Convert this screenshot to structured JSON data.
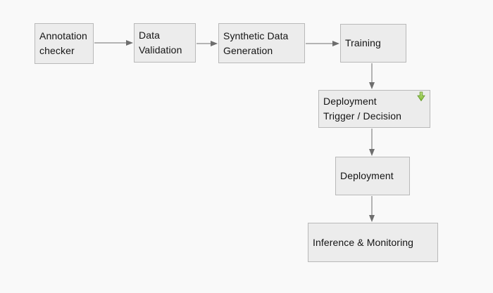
{
  "diagram": {
    "colors": {
      "background": "#f9f9f9",
      "node_fill": "#ececec",
      "node_border": "#b9b9b9",
      "text": "#141414",
      "arrow": "#6e6e6e",
      "icon_green": "#7cb82f"
    },
    "nodes": [
      {
        "id": "annotation-checker",
        "label": "Annotation\nchecker"
      },
      {
        "id": "data-validation",
        "label": "Data\nValidation"
      },
      {
        "id": "synthetic-data-generation",
        "label": "Synthetic Data\nGeneration"
      },
      {
        "id": "training",
        "label": "Training"
      },
      {
        "id": "deployment-trigger-decision",
        "label": "Deployment\nTrigger / Decision",
        "icon": "green-download-arrow-icon"
      },
      {
        "id": "deployment",
        "label": "Deployment"
      },
      {
        "id": "inference-and-monitoring",
        "label": "Inference & Monitoring"
      }
    ],
    "edges": [
      {
        "from": "annotation-checker",
        "to": "data-validation"
      },
      {
        "from": "data-validation",
        "to": "synthetic-data-generation"
      },
      {
        "from": "synthetic-data-generation",
        "to": "training"
      },
      {
        "from": "training",
        "to": "deployment-trigger-decision"
      },
      {
        "from": "deployment-trigger-decision",
        "to": "deployment"
      },
      {
        "from": "deployment",
        "to": "inference-and-monitoring"
      }
    ]
  }
}
